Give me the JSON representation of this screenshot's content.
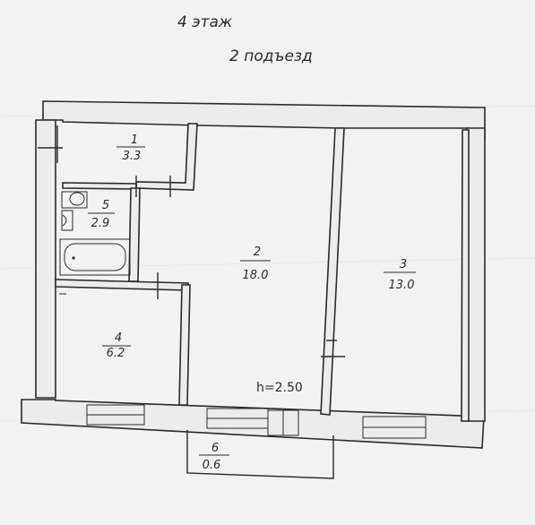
{
  "header": {
    "floor": "4 этаж",
    "entrance": "2 подъезд"
  },
  "rooms": [
    {
      "number": "1",
      "area": "3.3"
    },
    {
      "number": "2",
      "area": "18.0"
    },
    {
      "number": "3",
      "area": "13.0"
    },
    {
      "number": "4",
      "area": "6.2"
    },
    {
      "number": "5",
      "area": "2.9"
    },
    {
      "number": "6",
      "area": "0.6"
    }
  ],
  "ceiling_height": "h=2.50"
}
